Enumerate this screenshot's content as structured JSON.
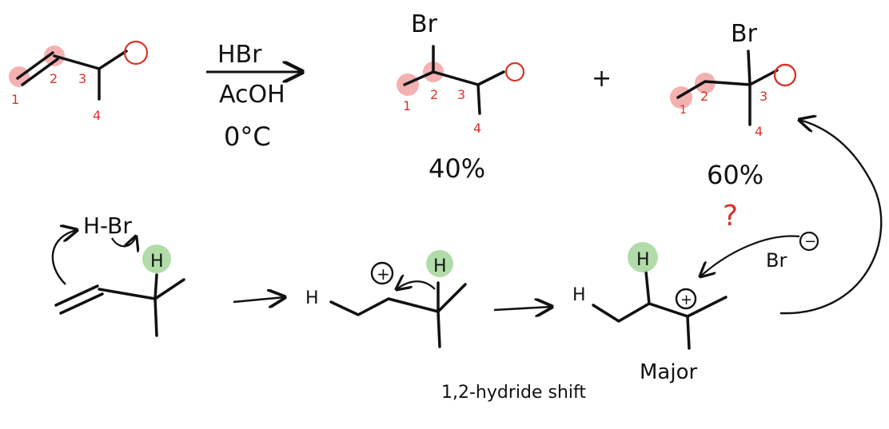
{
  "reaction": {
    "reagent_1": "HBr",
    "reagent_2": "AcOH",
    "reagent_3": "0°C",
    "plus": "+"
  },
  "starting_material": {
    "carbon_numbers": [
      "1",
      "2",
      "3",
      "4"
    ]
  },
  "product_a": {
    "substituent": "Br",
    "carbon_numbers": [
      "1",
      "2",
      "3",
      "4"
    ],
    "yield": "40%"
  },
  "product_b": {
    "substituent": "Br",
    "carbon_numbers": [
      "1",
      "2",
      "3",
      "4"
    ],
    "yield": "60%",
    "question": "?"
  },
  "mechanism": {
    "reagent": "H-Br",
    "hydrogen": "H",
    "carbocation_charge": "+",
    "step_label": "1,2-hydride shift",
    "major_label": "Major",
    "bromide": "Br",
    "bromide_charge": "−"
  },
  "colors": {
    "ink": "#111111",
    "red_annotation": "#d6342a",
    "red_highlight": "#f2a3a3",
    "green_highlight": "#a8d8a0"
  }
}
